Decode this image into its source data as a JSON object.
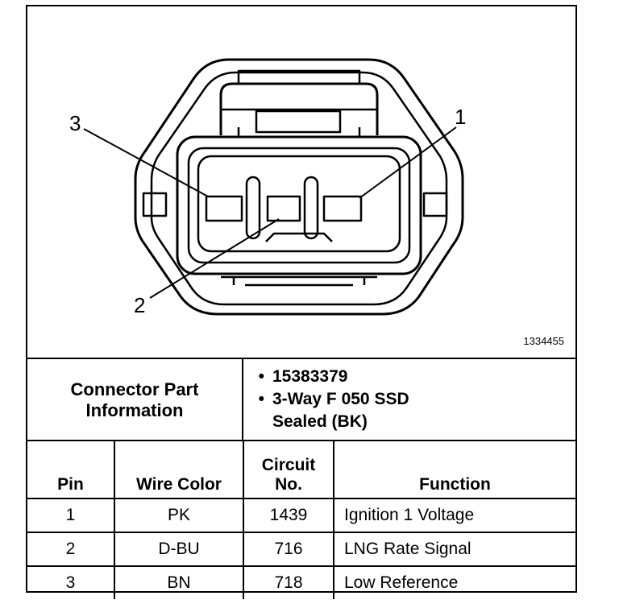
{
  "diagram": {
    "pin_labels": [
      "1",
      "2",
      "3"
    ],
    "figure_id": "1334455"
  },
  "connector_info": {
    "label_line1": "Connector Part",
    "label_line2": "Information",
    "bullets": [
      "15383379",
      "3-Way F 050 SSD",
      "Sealed (BK)"
    ],
    "bullet_symbol": "•"
  },
  "pin_table": {
    "headers": {
      "pin": "Pin",
      "wire_color": "Wire Color",
      "circuit_line1": "Circuit",
      "circuit_line2": "No.",
      "function": "Function"
    },
    "rows": [
      {
        "pin": "1",
        "wire_color": "PK",
        "circuit": "1439",
        "function": "Ignition 1 Voltage"
      },
      {
        "pin": "2",
        "wire_color": "D-BU",
        "circuit": "716",
        "function": "LNG Rate Signal"
      },
      {
        "pin": "3",
        "wire_color": "BN",
        "circuit": "718",
        "function": "Low Reference"
      }
    ]
  }
}
